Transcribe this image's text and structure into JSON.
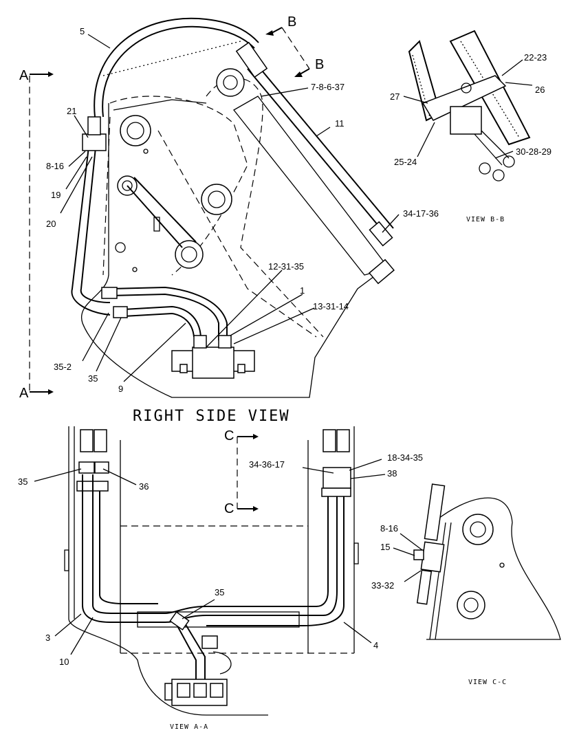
{
  "view_titles": {
    "right_side": "RIGHT SIDE VIEW",
    "bb": "VIEW B-B",
    "cc": "VIEW C-C",
    "aa": "VIEW A-A"
  },
  "section_markers": {
    "a_top": "A",
    "a_bottom": "A",
    "b_top": "B",
    "b_bottom": "B",
    "c_top": "C",
    "c_bottom": "C"
  },
  "callouts": {
    "rs": [
      "5",
      "21",
      "8-16",
      "19",
      "20",
      "7-8-6-37",
      "11",
      "34-17-36",
      "12-31-35",
      "1",
      "13-31-14",
      "35-2",
      "35",
      "9"
    ],
    "bb": [
      "22-23",
      "27",
      "26",
      "25-24",
      "30-28-29"
    ],
    "aa": [
      "35",
      "36",
      "34-36-17",
      "18-34-35",
      "38",
      "3",
      "10",
      "35",
      "4"
    ],
    "cc": [
      "8-16",
      "15",
      "33-32"
    ]
  }
}
